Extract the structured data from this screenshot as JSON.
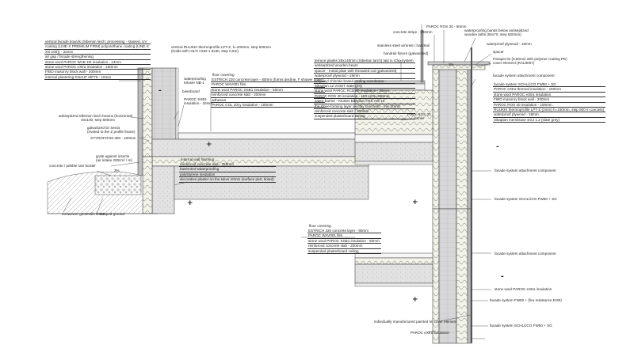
{
  "left": {
    "facade_stack": [
      "vertical facade boards (Siberian larch; processing - stained, UV",
      "coating (LINE-X PREMIUM FIRM) polyurethane coating (LINE-X",
      "XS-100)) - 32mm",
      "air gap / facade strengthening",
      "stone wool PAROC WAB 10t insulation - 13mm",
      "stone wool PAROC eXtra insulation - 150mm",
      "FIBO masonry block wall - 200mm",
      "internal plastering KNAUF MP75 - 10mm"
    ],
    "thermoprofile": [
      "vertical RUUKKI thermoprofile LPT-Z, h=200mm, step 600mm",
      "(holds with HILTI HUD-1 6x30, step 0,5m)"
    ],
    "antiseptic_beams": [
      "antiseptized Siberian larch beams (horizontal)",
      "40x100, step 600mm"
    ],
    "galvanized": [
      "galvanized tin Senia",
      "(riveted to the Z profile frame)"
    ],
    "styrofoam": "STYROFOAM 300 - 100mm",
    "waterproofing": [
      "waterproofing",
      "Kiloser NB-1"
    ],
    "baseboard": "baseboard",
    "paroc_ssb1": [
      "PAROC SSB1",
      "insulation - 20mm"
    ],
    "floor_stack_title": "floor covering",
    "floor_stack": [
      "ESTRICH 220 concrete layer - 80mm (forms decline, F shower drain)",
      "PAROC WAV001 film",
      "stone wool PAROC SSB1 insulation - 50mm",
      "reinforced concrete slab - 200mm",
      "adhesive",
      "PAROC CGL 20cy insulation - 100mm"
    ],
    "grate": [
      "grate against insects",
      "(air intake 200cm² / m)"
    ],
    "pebble": "concrete / pebble rain border",
    "slope": "3%",
    "wall_stack_title": "internal wall finishing",
    "wall_stack": [
      "reinforced concrete wall - 250mm",
      "basement waterproofing",
      "polystyrene insulation",
      "decorative plaster on the sieve 10mm (surface part, tinted)"
    ],
    "geotextile": "nonwoven geotextile BS15",
    "tamped": "tamped ground",
    "plus": "+",
    "minus": "-"
  },
  "right": {
    "paroc_ros_top": "PAROC ROS 30 - 50mm",
    "concrete_stripe": "concrete stripe - 200mm",
    "steel_armrest": "stainless steel armrest / handrail",
    "handrail_fixture": "handrail fixture (galvanized)",
    "waterproof_bands": [
      "waterproofing bands below antiseptized",
      "wooden laths (50x70, step 600mm)"
    ],
    "waterproof_plywood": "waterproof plywood - 18mm",
    "spacer": "spacer",
    "parapet": [
      "Parapet tin (0,50mm with polymer coating PE)",
      "cover element (RAL9007)"
    ],
    "slope": "2%",
    "terrace_stack": [
      "terrace planks 28x145mm (Siberian larch) laid in iClip system",
      "antiseptized wooden beam",
      "spacer - metal plate with threaded rod (galvanized)",
      "waterproof plywood - 18mm",
      "polyvinyl chloride-based roofing membrane -",
      "Sikaplan 12 VGWT slate grey",
      "stone wool PAROC RCB 80 insulation - 20mm",
      "PAROC ROS 30 insulation - 100+100=200mm",
      "vapor barrier - Kloster Biksplan HSK AW 15",
      "the slope-forming layer (ecclay concrete) - min.20mm",
      "reinforced concrete slab - 200mm",
      "suspended plasterboard ceiling"
    ],
    "corner": [
      "Paroc ROS 30",
      "corner"
    ],
    "attachment_top": "facade system attachment component",
    "facade_stack": [
      "facade system SCHLÜCO FW50 + SG",
      "PAROC eXtra thermal insulation - 150mm",
      "stone wool PAROC eXtra insulation",
      "FIBO masonry block wall - 200mm",
      "PAROC ROS 30 insulation - 100mm",
      "RUUKKI thermoprofile LPT-Z (2mm) h=150mm, step 600 in carcass)",
      "waterproof plywood - 18mm",
      "Sikaplan membrane SGJ 1.2 (slate grey)"
    ],
    "attachment_mid": "facade system attachment component",
    "facade_mid": "facade system SCHLÜCO FW50 + SG",
    "floor_stack_title": "floor covering",
    "floor_stack": [
      "ESTRICH 220 concrete layer - 80mm",
      "PAROC WAV001 film",
      "stone wool PAROC SSB1 insulation - 50mm",
      "reinforced concrete slab - 200mm",
      "suspended plasterboard ceiling"
    ],
    "attachment_low": "facade system attachment component",
    "stone_extra": "stone wool PAROC eXtra insulation",
    "facade_fire": "facade system FW50 + (fire resistance EI30)",
    "painted_tin": "individually manufactured painted tin cover element",
    "paroc_extra_ins": "PAROC eXtra insulation",
    "facade_bottom": "facade system SCHLÜCO FW50 + SG",
    "plus": "+",
    "minus": "-"
  }
}
